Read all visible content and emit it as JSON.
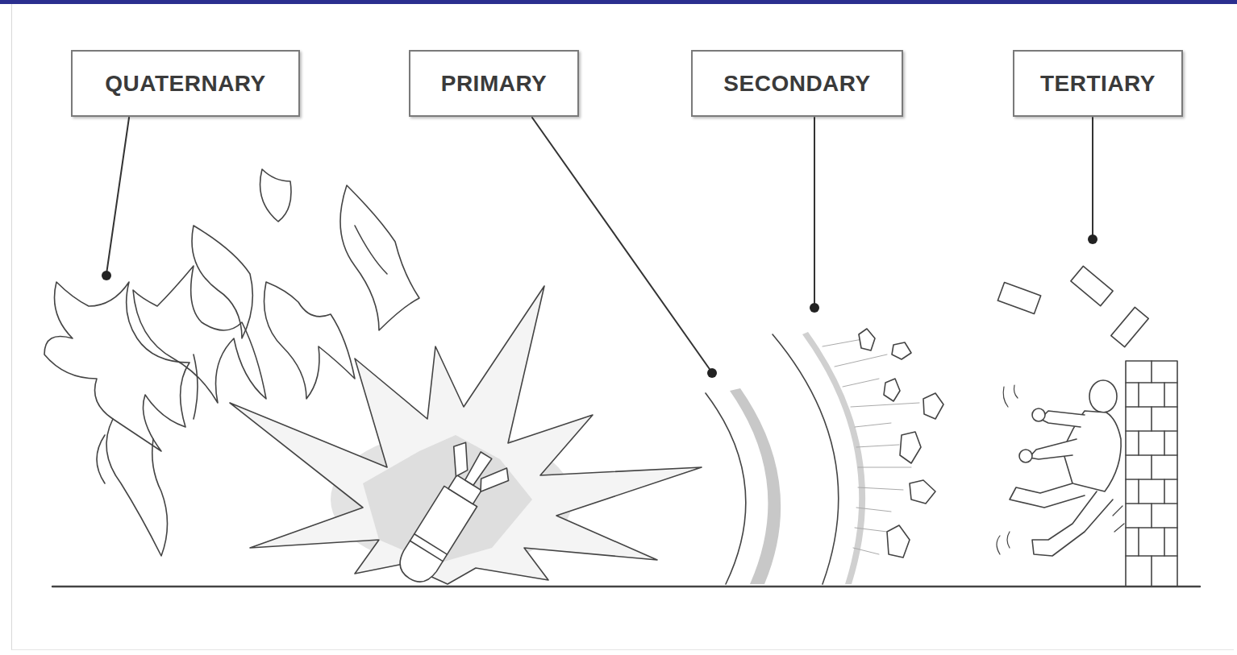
{
  "diagram": {
    "nodes": [
      {
        "text": [
          "QUATERNARY"
        ]
      },
      {
        "text": [
          "PRIMARY"
        ]
      },
      {
        "text": [
          "SECONDARY"
        ]
      },
      {
        "text": [
          "TERTIARY"
        ]
      }
    ]
  }
}
